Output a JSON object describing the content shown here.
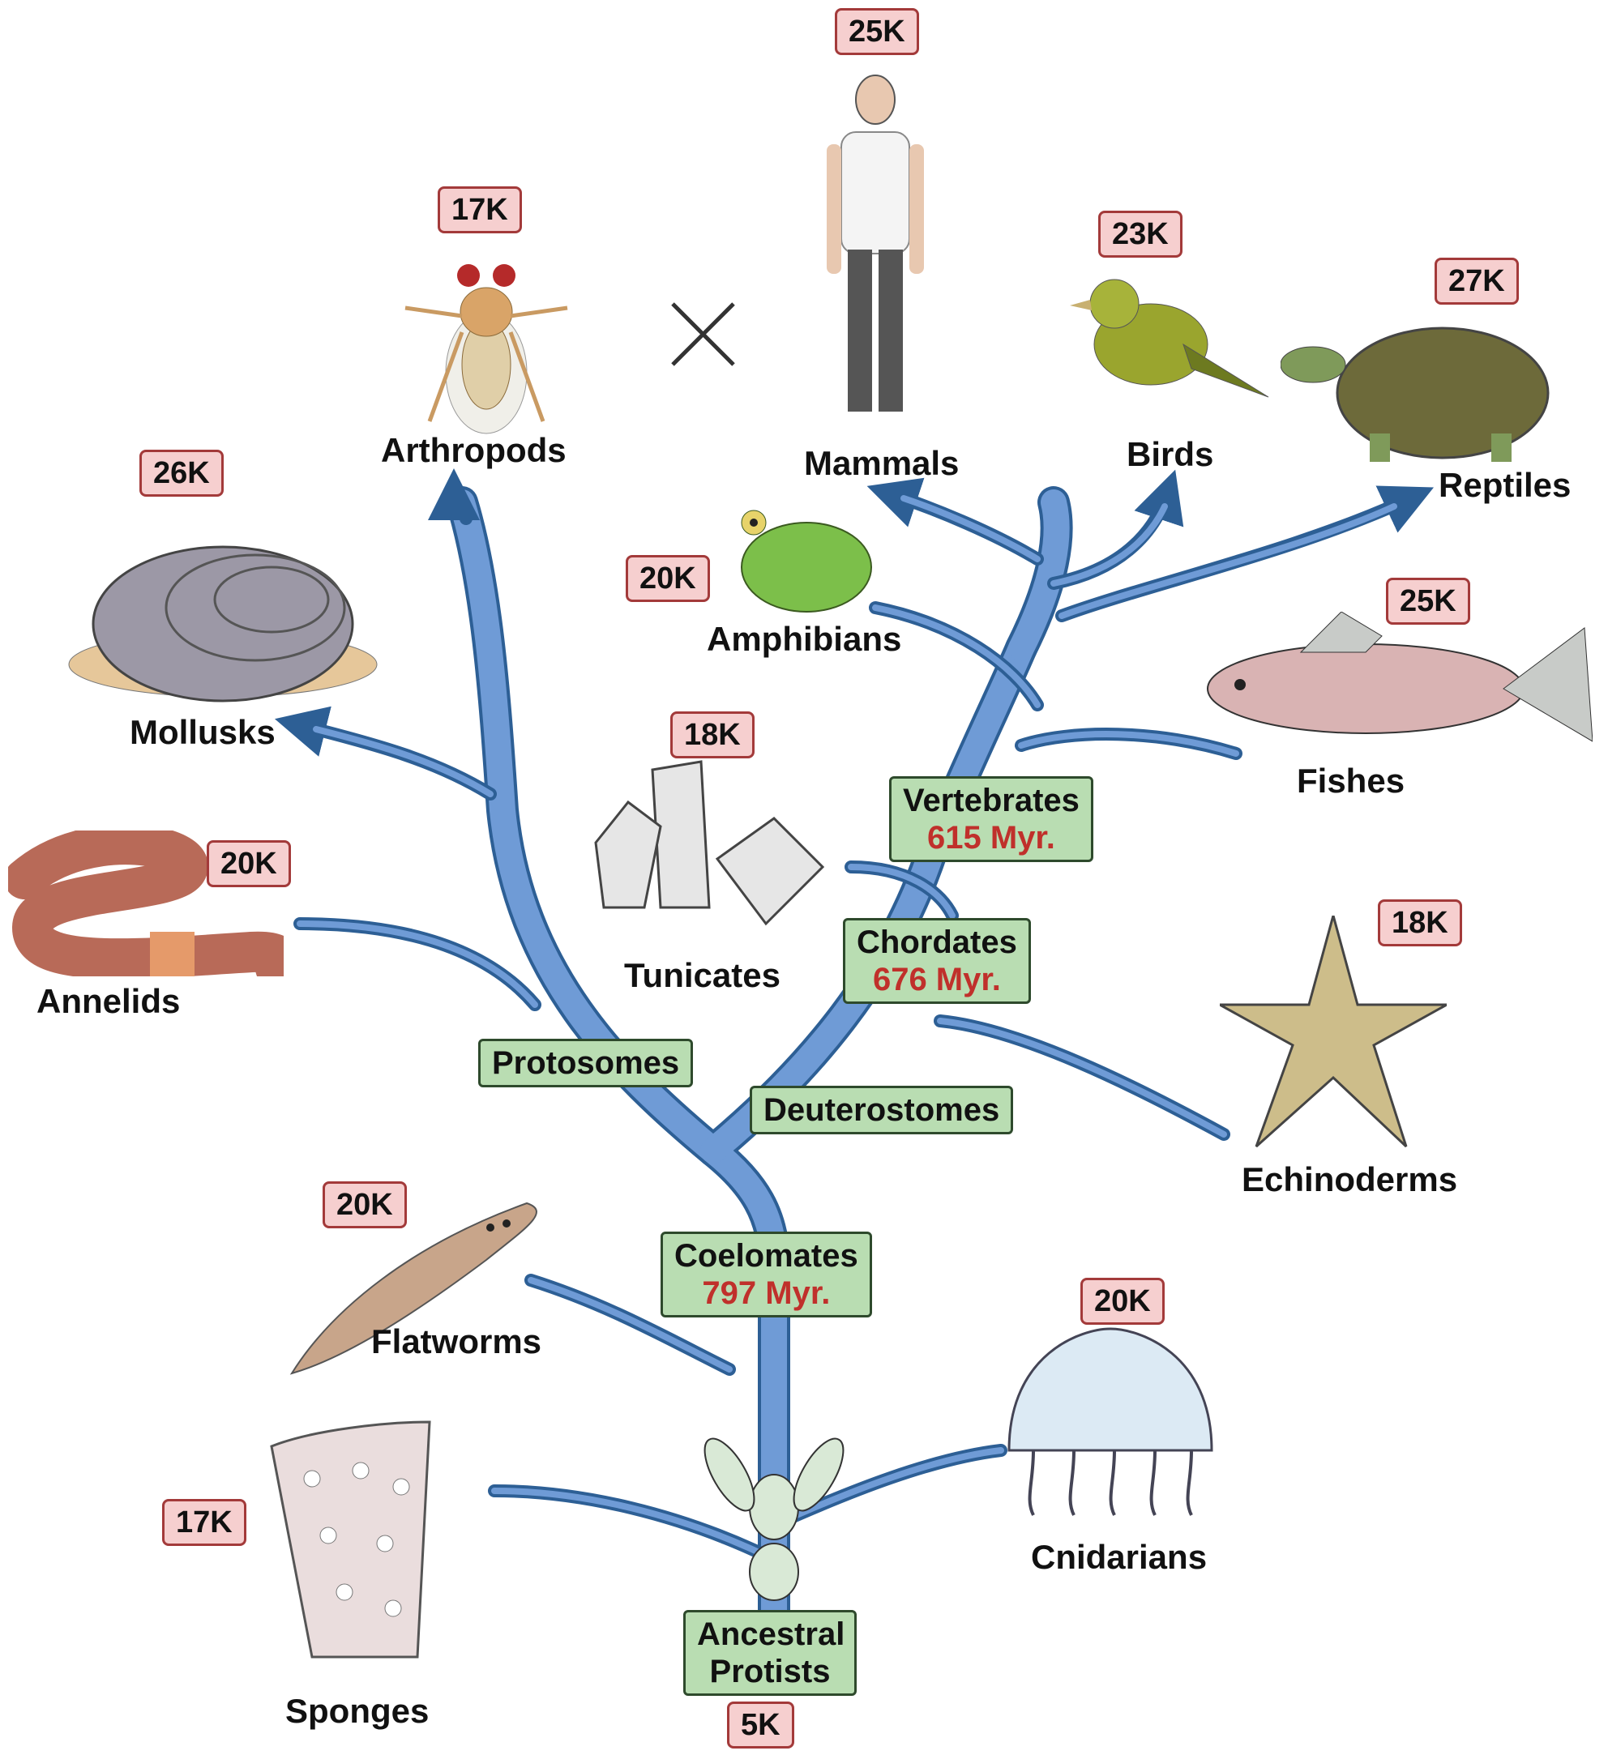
{
  "colors": {
    "branch": "#6f9bd6",
    "branch_outline": "#2d5f95",
    "badge_bg": "#f6cfcf",
    "badge_border": "#a33a3a",
    "clade_bg": "#b9ddb2",
    "clade_border": "#2e4a2c",
    "myr_text": "#c0302b"
  },
  "clades": {
    "ancestral": {
      "label": "Ancestral Protists",
      "genes": "5K"
    },
    "coelomates": {
      "label": "Coelomates",
      "myr": "797 Myr."
    },
    "protosomes": {
      "label": "Protosomes"
    },
    "deuterostomes": {
      "label": "Deuterostomes"
    },
    "chordates": {
      "label": "Chordates",
      "myr": "676 Myr."
    },
    "vertebrates": {
      "label": "Vertebrates",
      "myr": "615 Myr."
    }
  },
  "taxa": {
    "mammals": {
      "label": "Mammals",
      "genes": "25K",
      "icon": "human-icon"
    },
    "arthropods": {
      "label": "Arthropods",
      "genes": "17K",
      "icon": "fruit-fly-icon"
    },
    "birds": {
      "label": "Birds",
      "genes": "23K",
      "icon": "bird-icon"
    },
    "reptiles": {
      "label": "Reptiles",
      "genes": "27K",
      "icon": "turtle-icon"
    },
    "mollusks": {
      "label": "Mollusks",
      "genes": "26K",
      "icon": "clam-icon"
    },
    "amphibians": {
      "label": "Amphibians",
      "genes": "20K",
      "icon": "frog-icon"
    },
    "fishes": {
      "label": "Fishes",
      "genes": "25K",
      "icon": "fish-icon"
    },
    "annelids": {
      "label": "Annelids",
      "genes": "20K",
      "icon": "earthworm-icon"
    },
    "tunicates": {
      "label": "Tunicates",
      "genes": "18K",
      "icon": "tunicate-icon"
    },
    "echinoderms": {
      "label": "Echinoderms",
      "genes": "18K",
      "icon": "starfish-icon"
    },
    "flatworms": {
      "label": "Flatworms",
      "genes": "20K",
      "icon": "flatworm-icon"
    },
    "cnidarians": {
      "label": "Cnidarians",
      "genes": "20K",
      "icon": "jellyfish-icon"
    },
    "sponges": {
      "label": "Sponges",
      "genes": "17K",
      "icon": "sponge-icon"
    }
  },
  "misc": {
    "cross_mark": "cross-icon"
  }
}
